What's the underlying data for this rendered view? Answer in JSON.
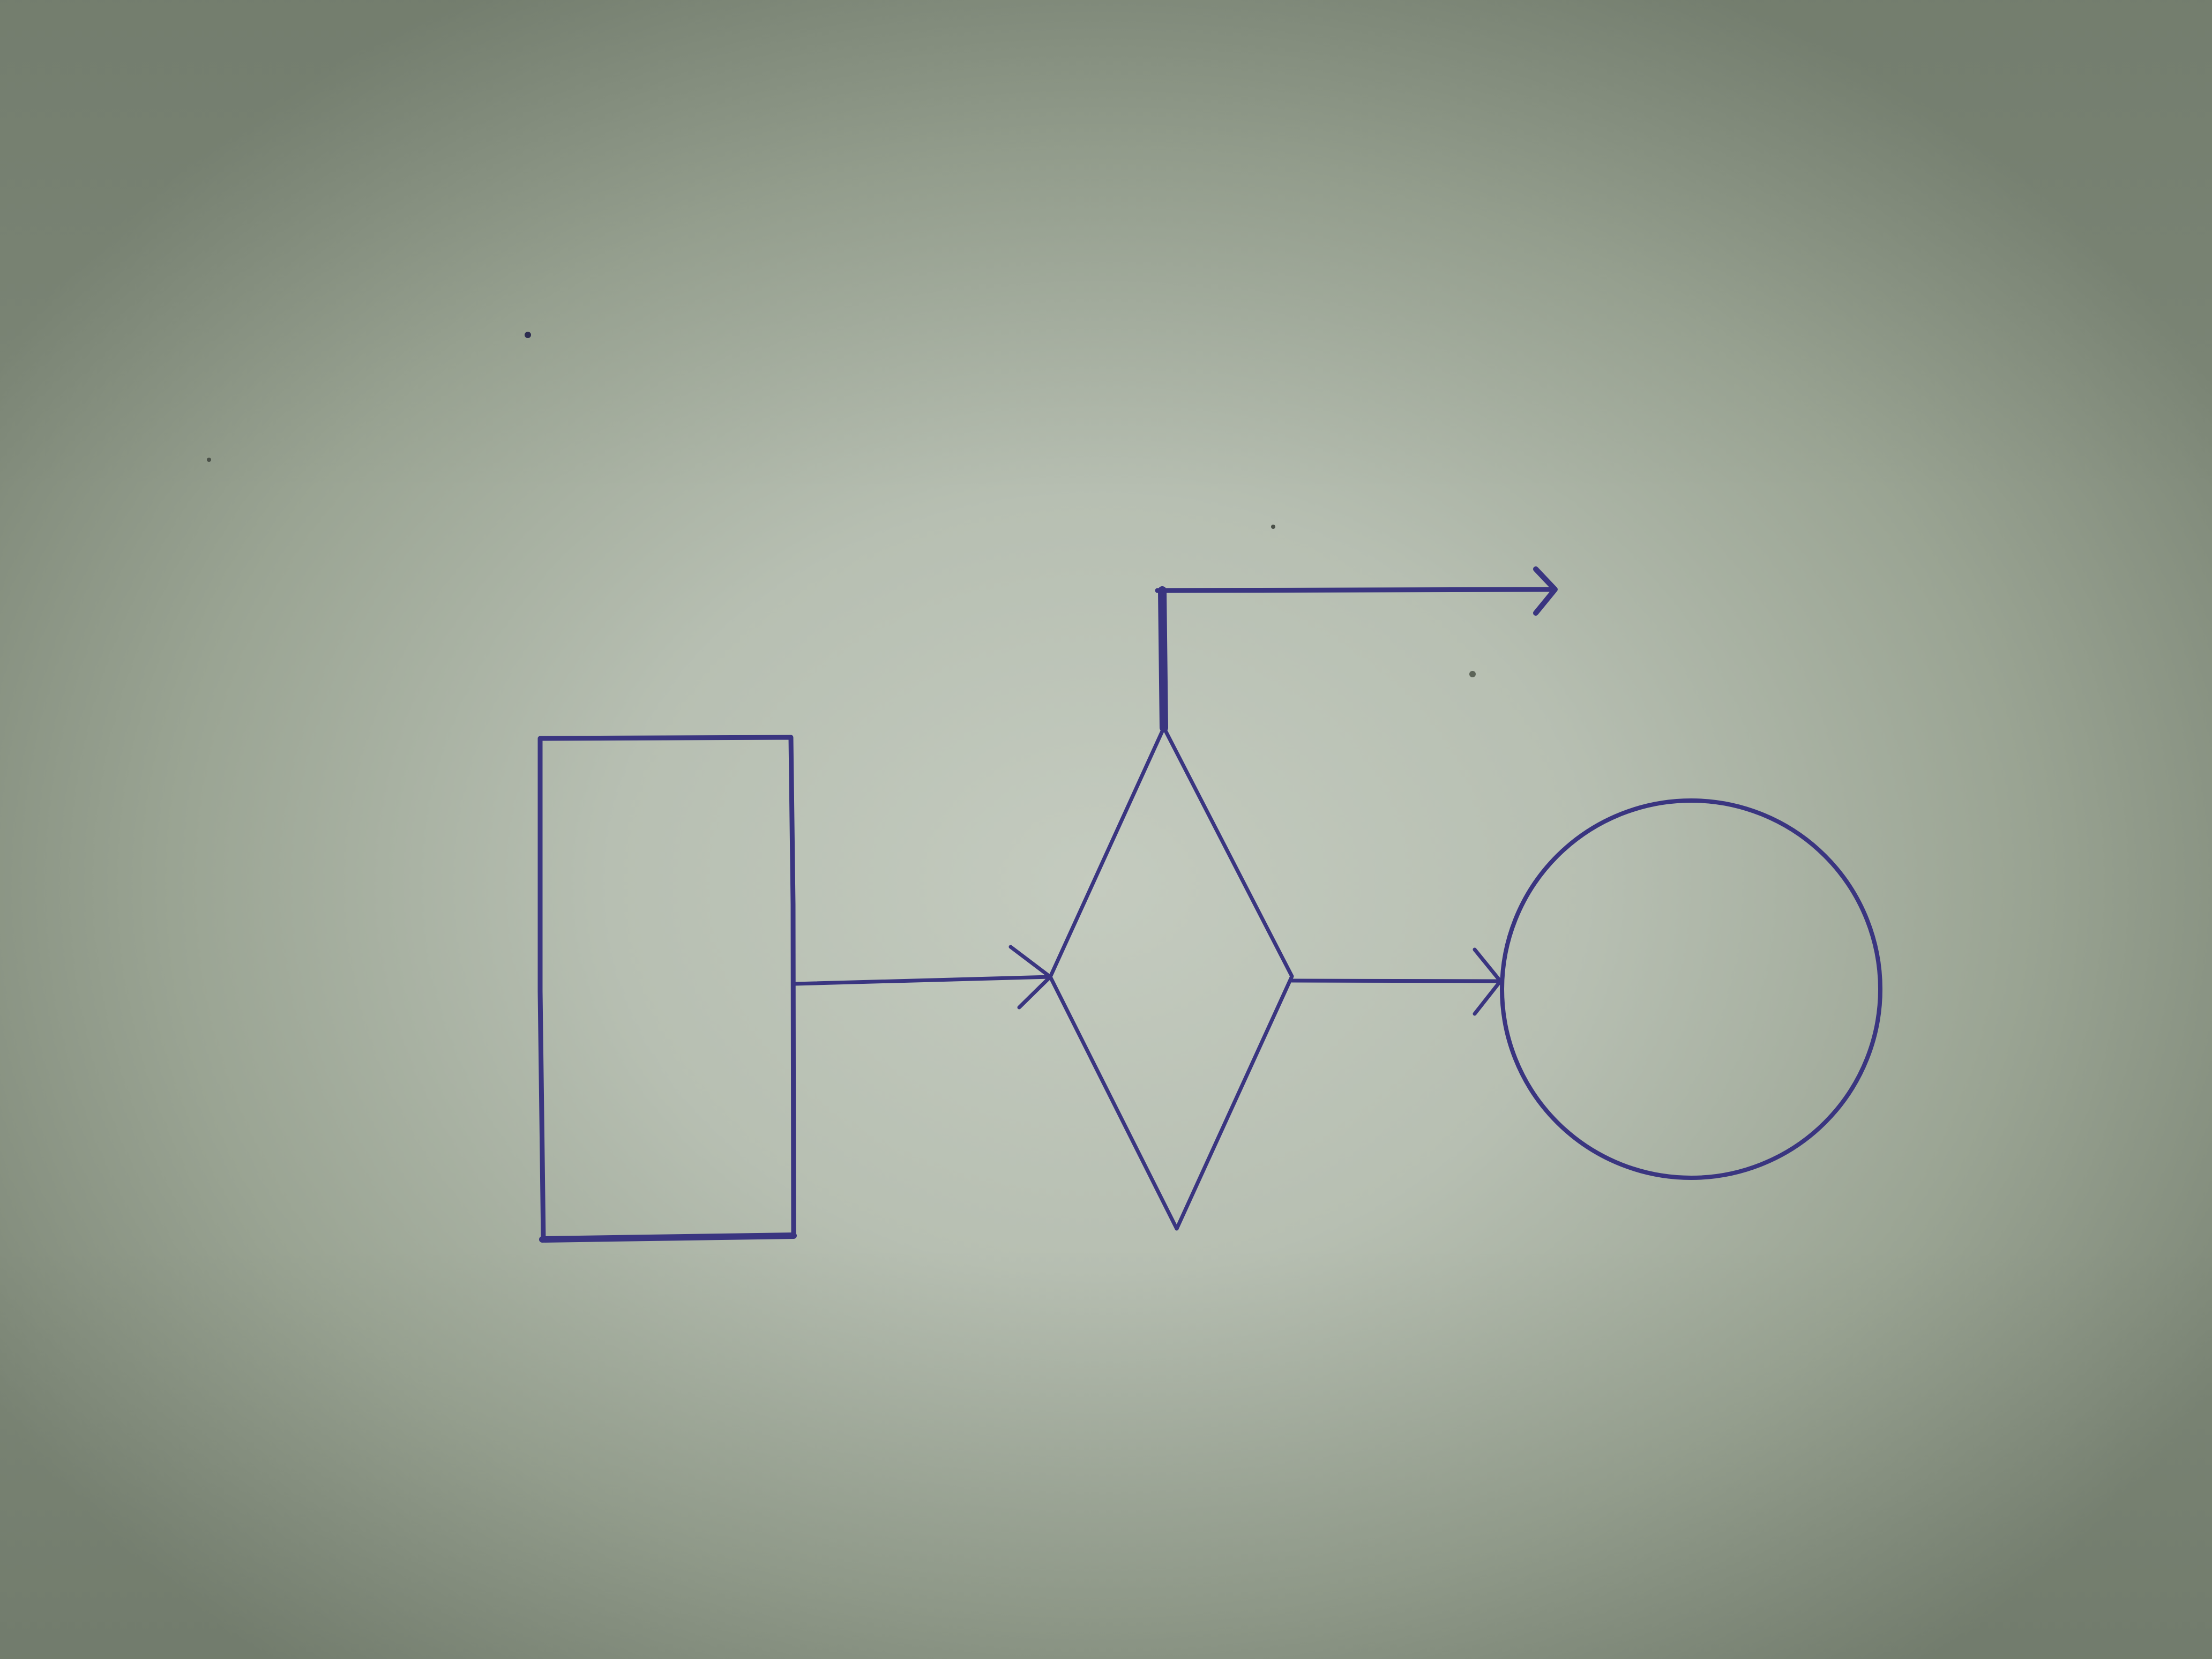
{
  "diagram": {
    "kind": "hand-drawn flowchart on paper",
    "ink_color": "#3a3580",
    "paper_color": "#b9c1b4",
    "shapes": [
      {
        "id": "process-box",
        "shape": "rectangle",
        "label": ""
      },
      {
        "id": "decision",
        "shape": "diamond",
        "label": ""
      },
      {
        "id": "terminal",
        "shape": "circle",
        "label": ""
      }
    ],
    "connectors": [
      {
        "from": "process-box",
        "to": "decision",
        "arrowhead": true,
        "label": ""
      },
      {
        "from": "decision",
        "to": "terminal",
        "arrowhead": true,
        "label": ""
      },
      {
        "from": "decision",
        "to": "off-page-right",
        "arrowhead": true,
        "label": ""
      }
    ]
  }
}
